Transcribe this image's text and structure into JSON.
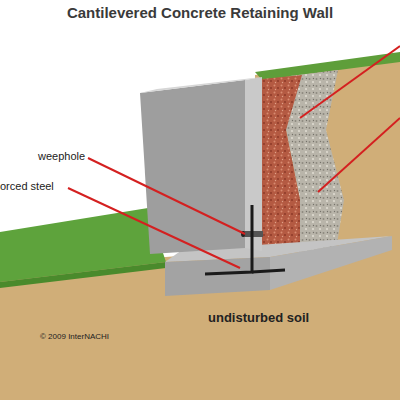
{
  "diagram": {
    "title": "Cantilevered Concrete Retaining Wall",
    "labels": [
      "weephole",
      "orced steel",
      "© 2009 InterNACHI",
      "undisturbed soil"
    ]
  }
}
